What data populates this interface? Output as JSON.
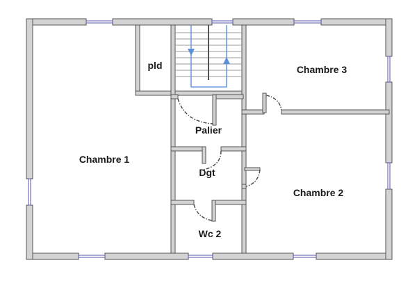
{
  "plan": {
    "rooms": [
      {
        "id": "chambre-1",
        "label": "Chambre 1"
      },
      {
        "id": "pld",
        "label": "pld"
      },
      {
        "id": "chambre-3",
        "label": "Chambre 3"
      },
      {
        "id": "palier",
        "label": "Palier"
      },
      {
        "id": "dgt",
        "label": "Dgt"
      },
      {
        "id": "chambre-2",
        "label": "Chambre 2"
      },
      {
        "id": "wc-2",
        "label": "Wc 2"
      }
    ],
    "colors": {
      "wall_fill": "#d3d3d3",
      "wall_outline": "#555555",
      "window": "#5555aa",
      "stair_arrow": "#5b8fd8"
    }
  }
}
